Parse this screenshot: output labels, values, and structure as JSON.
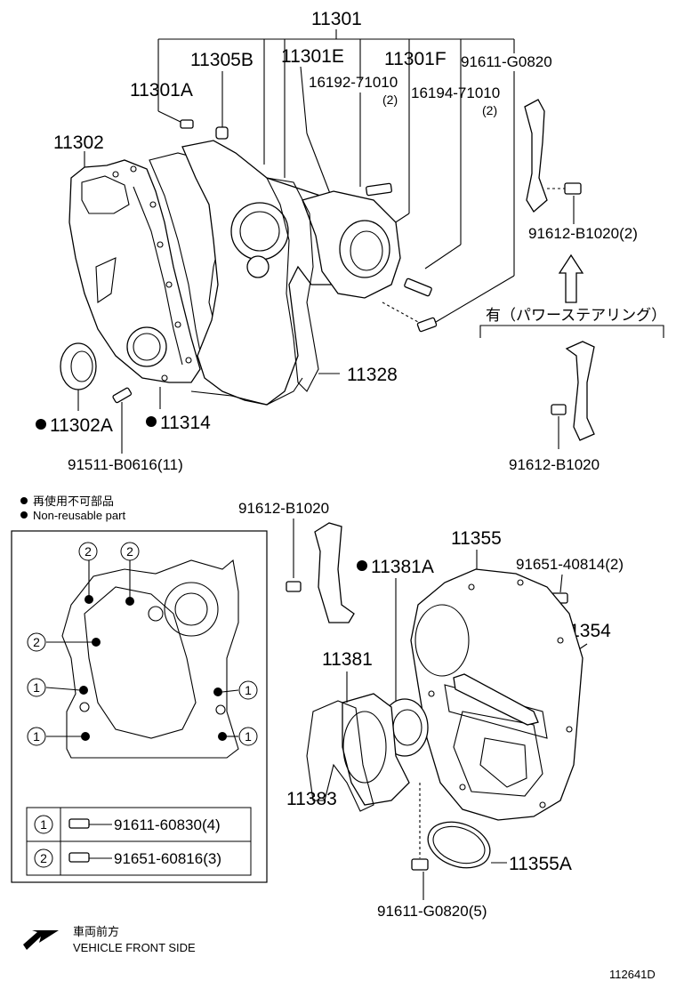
{
  "labels": {
    "p11301": "11301",
    "p11305B": "11305B",
    "p11301E": "11301E",
    "p11301F": "11301F",
    "p91611_G0820": "91611-G0820",
    "p11301A": "11301A",
    "p16192": "16192-71010",
    "p16192_qty": "(2)",
    "p16194": "16194-71010",
    "p16194_qty": "(2)",
    "p11302": "11302",
    "p91612_B1020_2": "91612-B1020(2)",
    "power_steering": "有（パワーステアリング）",
    "p11328": "11328",
    "p11302A": "11302A",
    "p11314": "11314",
    "p91511": "91511-B0616(11)",
    "p91612_B1020_right": "91612-B1020",
    "p91612_B1020_lower": "91612-B1020",
    "p11355": "11355",
    "p11381A": "11381A",
    "p91651_40814": "91651-40814(2)",
    "p11354": "11354",
    "p11381": "11381",
    "p11383": "11383",
    "p11355A": "11355A",
    "p91611_G0820_5": "91611-G0820(5)",
    "legend_jp": "再使用不可部品",
    "legend_en": "Non-reusable part",
    "callout_1": "1",
    "callout_2": "2",
    "bolt1": "91611-60830(4)",
    "bolt2": "91651-60816(3)",
    "front_jp": "車両前方",
    "front_en": "VEHICLE FRONT SIDE",
    "diagram_id": "112641D"
  },
  "icons": {
    "non_reusable": "filled-circle-icon",
    "front_arrow": "arrow-down-left-icon",
    "callout": "circled-number-icon"
  }
}
